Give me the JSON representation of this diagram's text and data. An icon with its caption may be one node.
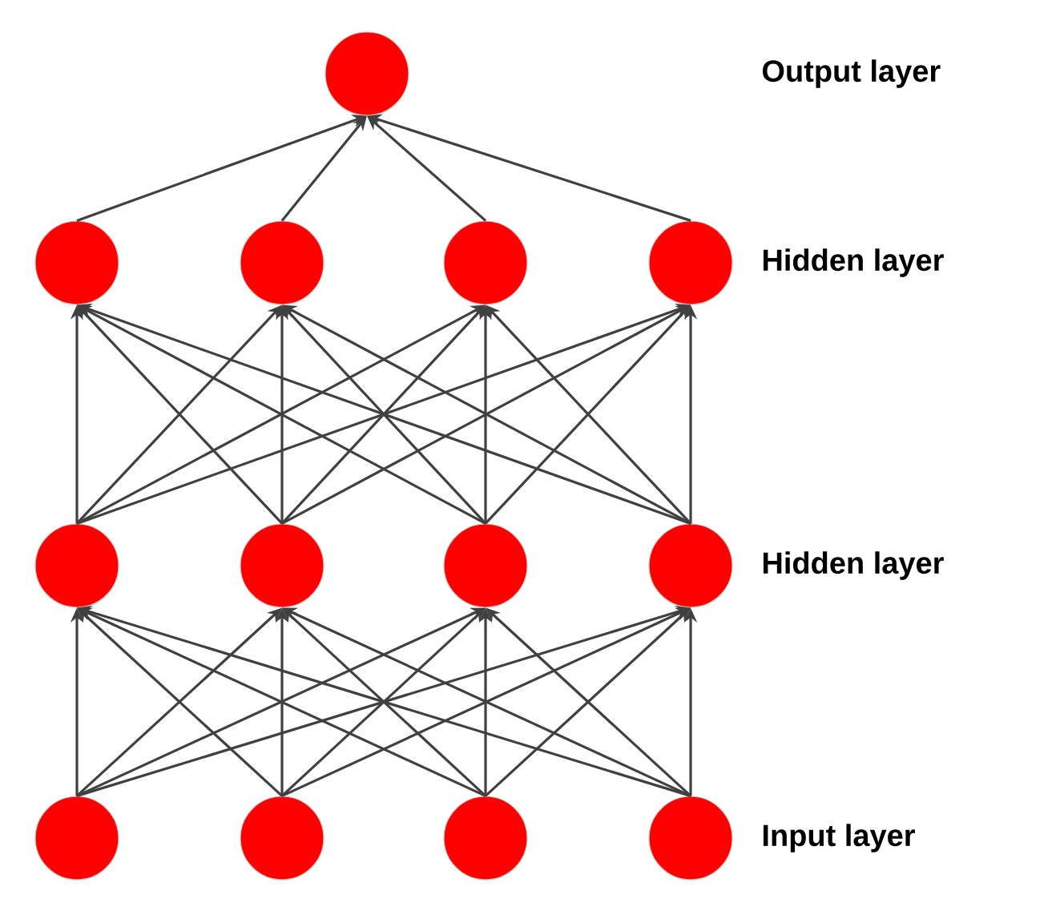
{
  "diagram": {
    "nodes": [
      {
        "text": [],
        "shape": "circle"
      },
      {
        "text": [],
        "shape": "circle"
      },
      {
        "text": [],
        "shape": "circle"
      },
      {
        "text": [],
        "shape": "circle"
      },
      {
        "text": [],
        "shape": "circle"
      },
      {
        "text": [],
        "shape": "circle"
      },
      {
        "text": [],
        "shape": "circle"
      },
      {
        "text": [],
        "shape": "circle"
      },
      {
        "text": [],
        "shape": "circle"
      },
      {
        "text": [],
        "shape": "circle"
      },
      {
        "text": [],
        "shape": "circle"
      },
      {
        "text": [],
        "shape": "circle"
      },
      {
        "text": [],
        "shape": "circle"
      }
    ],
    "edges": [
      {
        "from": 9,
        "to": 5,
        "arrow": "to"
      },
      {
        "from": 9,
        "to": 6,
        "arrow": "to"
      },
      {
        "from": 9,
        "to": 7,
        "arrow": "to"
      },
      {
        "from": 9,
        "to": 8,
        "arrow": "to"
      },
      {
        "from": 10,
        "to": 5,
        "arrow": "to"
      },
      {
        "from": 10,
        "to": 6,
        "arrow": "to"
      },
      {
        "from": 10,
        "to": 7,
        "arrow": "to"
      },
      {
        "from": 10,
        "to": 8,
        "arrow": "to"
      },
      {
        "from": 11,
        "to": 5,
        "arrow": "to"
      },
      {
        "from": 11,
        "to": 6,
        "arrow": "to"
      },
      {
        "from": 11,
        "to": 7,
        "arrow": "to"
      },
      {
        "from": 11,
        "to": 8,
        "arrow": "to"
      },
      {
        "from": 12,
        "to": 5,
        "arrow": "to"
      },
      {
        "from": 12,
        "to": 6,
        "arrow": "to"
      },
      {
        "from": 12,
        "to": 7,
        "arrow": "to"
      },
      {
        "from": 12,
        "to": 8,
        "arrow": "to"
      },
      {
        "from": 5,
        "to": 1,
        "arrow": "to"
      },
      {
        "from": 5,
        "to": 2,
        "arrow": "to"
      },
      {
        "from": 5,
        "to": 3,
        "arrow": "to"
      },
      {
        "from": 5,
        "to": 4,
        "arrow": "to"
      },
      {
        "from": 6,
        "to": 1,
        "arrow": "to"
      },
      {
        "from": 6,
        "to": 2,
        "arrow": "to"
      },
      {
        "from": 6,
        "to": 3,
        "arrow": "to"
      },
      {
        "from": 6,
        "to": 4,
        "arrow": "to"
      },
      {
        "from": 7,
        "to": 1,
        "arrow": "to"
      },
      {
        "from": 7,
        "to": 2,
        "arrow": "to"
      },
      {
        "from": 7,
        "to": 3,
        "arrow": "to"
      },
      {
        "from": 7,
        "to": 4,
        "arrow": "to"
      },
      {
        "from": 8,
        "to": 1,
        "arrow": "to"
      },
      {
        "from": 8,
        "to": 2,
        "arrow": "to"
      },
      {
        "from": 8,
        "to": 3,
        "arrow": "to"
      },
      {
        "from": 8,
        "to": 4,
        "arrow": "to"
      },
      {
        "from": 1,
        "to": 0,
        "arrow": "to"
      },
      {
        "from": 2,
        "to": 0,
        "arrow": "to"
      },
      {
        "from": 3,
        "to": 0,
        "arrow": "to"
      },
      {
        "from": 4,
        "to": 0,
        "arrow": "to"
      }
    ],
    "labels": [
      "Output layer",
      "Hidden layer",
      "Hidden layer",
      "Input layer"
    ]
  }
}
